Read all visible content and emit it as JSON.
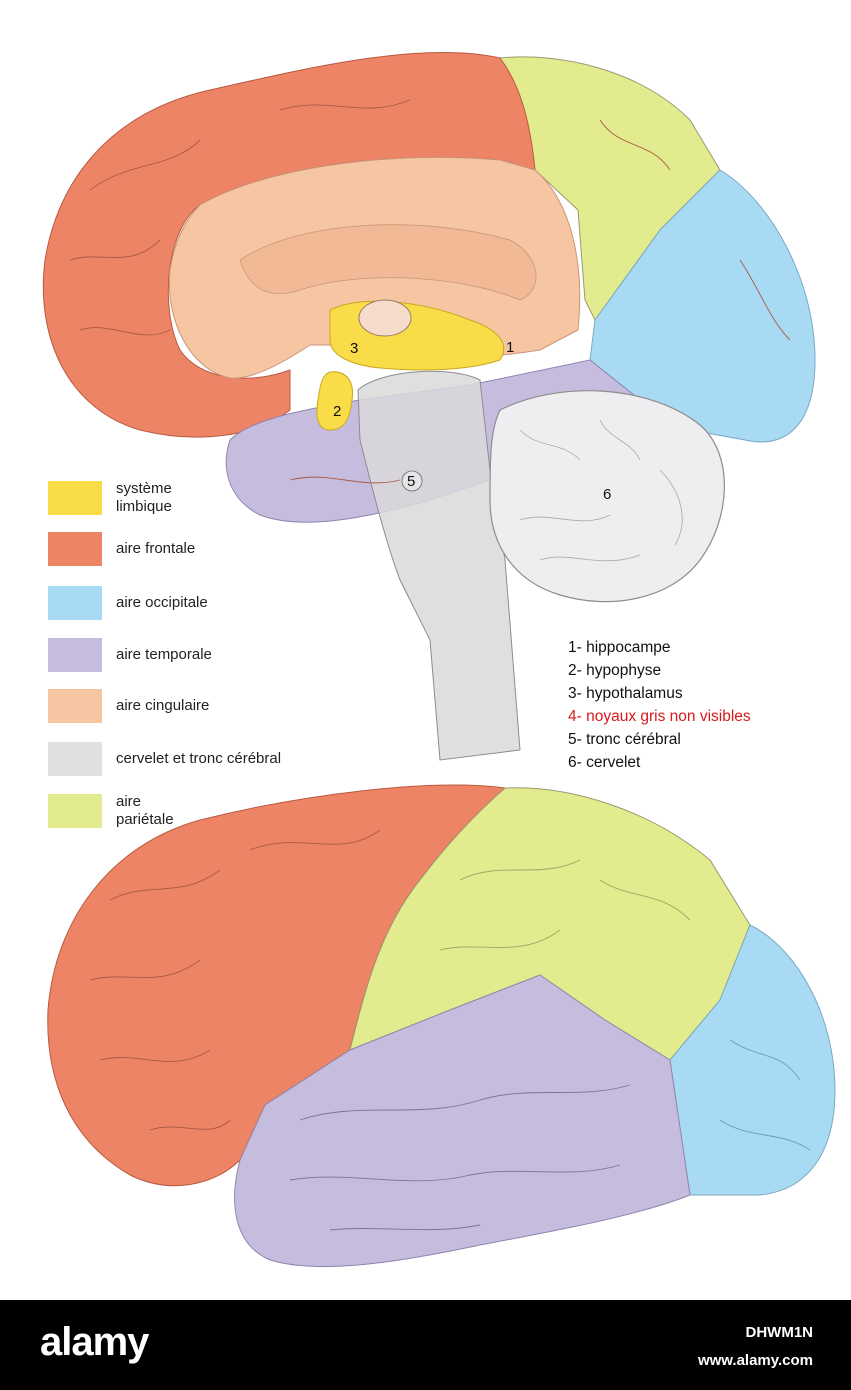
{
  "legend": [
    {
      "label": "système limbique",
      "color": "#F8DC48"
    },
    {
      "label": "aire frontale",
      "color": "#EE8466"
    },
    {
      "label": "aire occipitale",
      "color": "#A9DAF3"
    },
    {
      "label": "aire temporale",
      "color": "#C6BCDD"
    },
    {
      "label": "aire cingulaire",
      "color": "#F6C6A2"
    },
    {
      "label": "cervelet et tronc cérébral",
      "color": "#E0E0E2"
    },
    {
      "label": "aire pariétale",
      "color": "#E2EB8E"
    }
  ],
  "key": [
    {
      "text": "1- hippocampe",
      "color": "#111111"
    },
    {
      "text": "2- hypophyse",
      "color": "#111111"
    },
    {
      "text": "3- hypothalamus",
      "color": "#111111"
    },
    {
      "text": "4- noyaux gris non visibles",
      "color": "#D7191C"
    },
    {
      "text": "5- tronc cérébral",
      "color": "#111111"
    },
    {
      "text": "6- cervelet",
      "color": "#111111"
    }
  ],
  "markers": [
    "1",
    "2",
    "3",
    "5",
    "6"
  ],
  "footer": {
    "logo": "alamy",
    "image_id": "DHWM1N",
    "site": "www.alamy.com"
  }
}
